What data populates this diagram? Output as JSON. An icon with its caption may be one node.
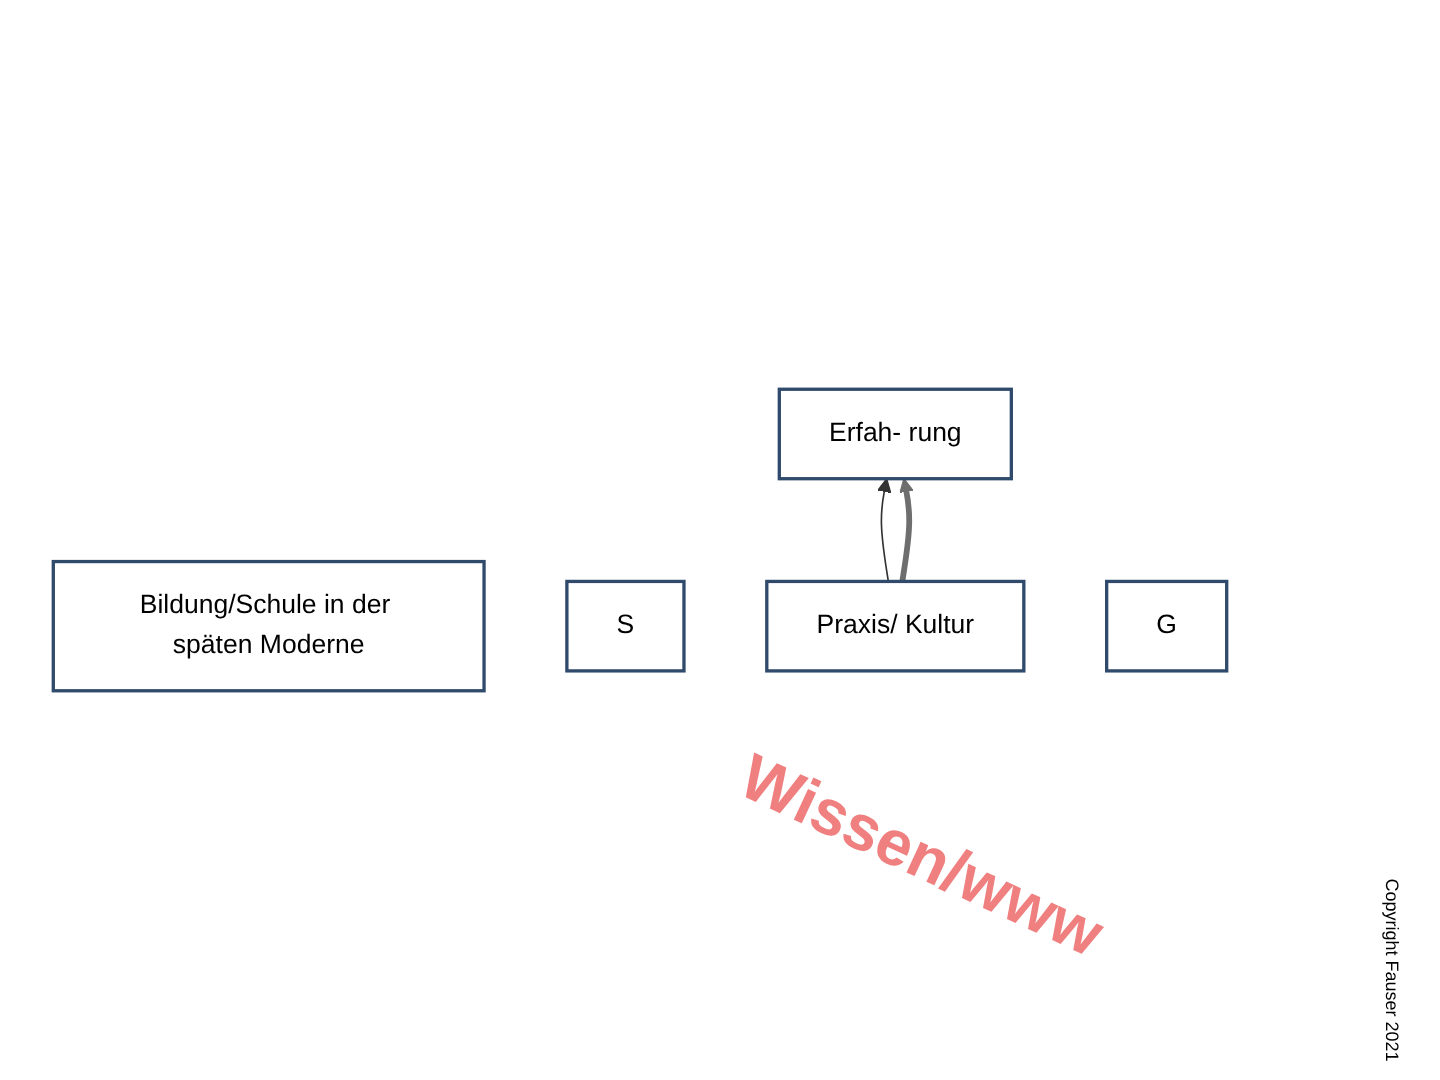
{
  "diagram": {
    "nodes": [
      {
        "text": [
          "Bildung/Schule in der späten Moderne"
        ]
      },
      {
        "text": [
          "Erfah- rung"
        ]
      },
      {
        "text": [
          "S"
        ]
      },
      {
        "text": [
          "Praxis/ Kultur"
        ]
      },
      {
        "text": [
          "G"
        ]
      }
    ],
    "edges": [
      {
        "from": 3,
        "to": 1,
        "arrow": "to"
      },
      {
        "from": 3,
        "to": 1,
        "arrow": "to",
        "style": "thick",
        "color": "#6e6e6e"
      }
    ],
    "labels": [
      "Wissen/www",
      "Copyright Fauser 2021"
    ]
  }
}
